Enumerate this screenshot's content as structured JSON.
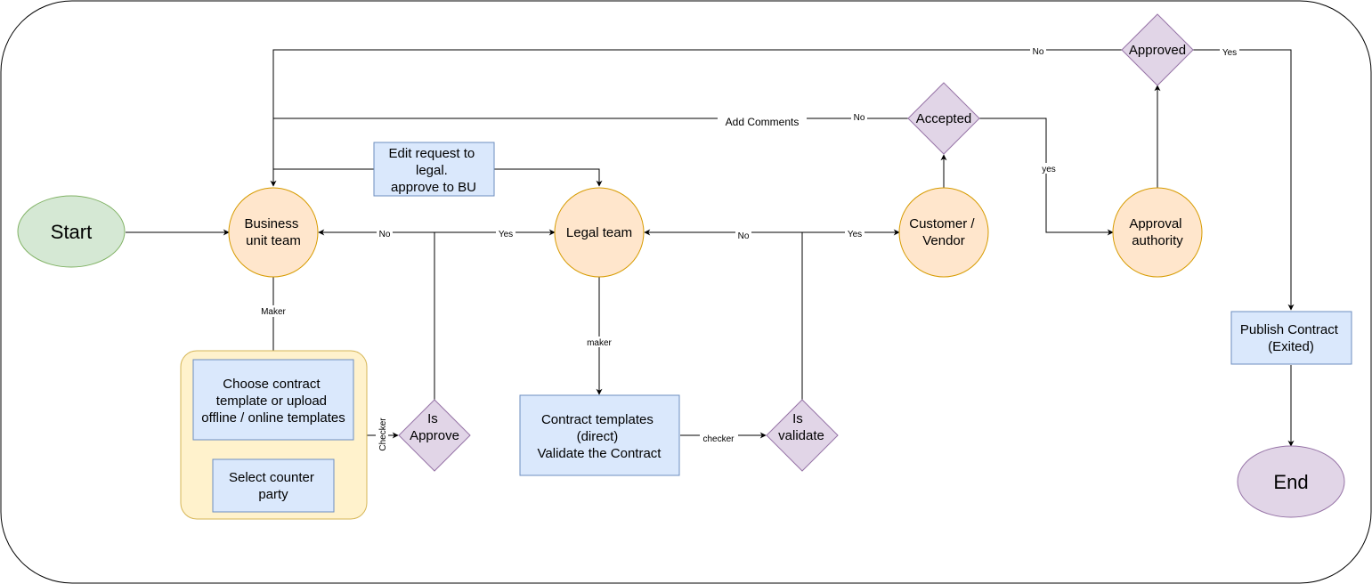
{
  "nodes": {
    "start": "Start",
    "end": "End",
    "business_unit_team": [
      "Business",
      "unit team"
    ],
    "legal_team": [
      "Legal team"
    ],
    "customer_vendor": [
      "Customer /",
      "Vendor"
    ],
    "approval_authority": [
      "Approval",
      "authority"
    ],
    "choose_template": [
      "Choose contract",
      "template or upload",
      "offline / online templates"
    ],
    "select_counter_party": [
      "Select counter",
      "party"
    ],
    "edit_request": [
      "Edit request to",
      "legal.",
      "approve to BU"
    ],
    "contract_templates": [
      "Contract templates",
      "(direct)",
      "Validate the Contract"
    ],
    "publish_contract": [
      "Publish Contract",
      "(Exited)"
    ],
    "is_approve": [
      "Is",
      "Approve"
    ],
    "is_validate": [
      "Is",
      "validate"
    ],
    "accepted": [
      "Accepted"
    ],
    "approved": [
      "Approved"
    ]
  },
  "edge_labels": {
    "maker_bu": "Maker",
    "checker_bu": "Checker",
    "no_is_approve": "No",
    "yes_is_approve": "Yes",
    "maker_legal": "maker",
    "checker_legal": "checker",
    "no_is_validate": "No",
    "yes_is_validate": "Yes",
    "add_comments": "Add Comments",
    "no_accepted": "No",
    "yes_accepted": "yes",
    "no_approved": "No",
    "yes_approved": "Yes"
  },
  "colors": {
    "orange_fill": "#ffe6cc",
    "orange_stroke": "#d79b00",
    "blue_fill": "#dae8fc",
    "blue_stroke": "#6c8ebf",
    "purple_fill": "#e1d5e7",
    "purple_stroke": "#9673a6",
    "green_fill": "#d5e8d4",
    "green_stroke": "#82b366",
    "yellow_fill": "#fff2cc",
    "yellow_stroke": "#d6b656"
  }
}
